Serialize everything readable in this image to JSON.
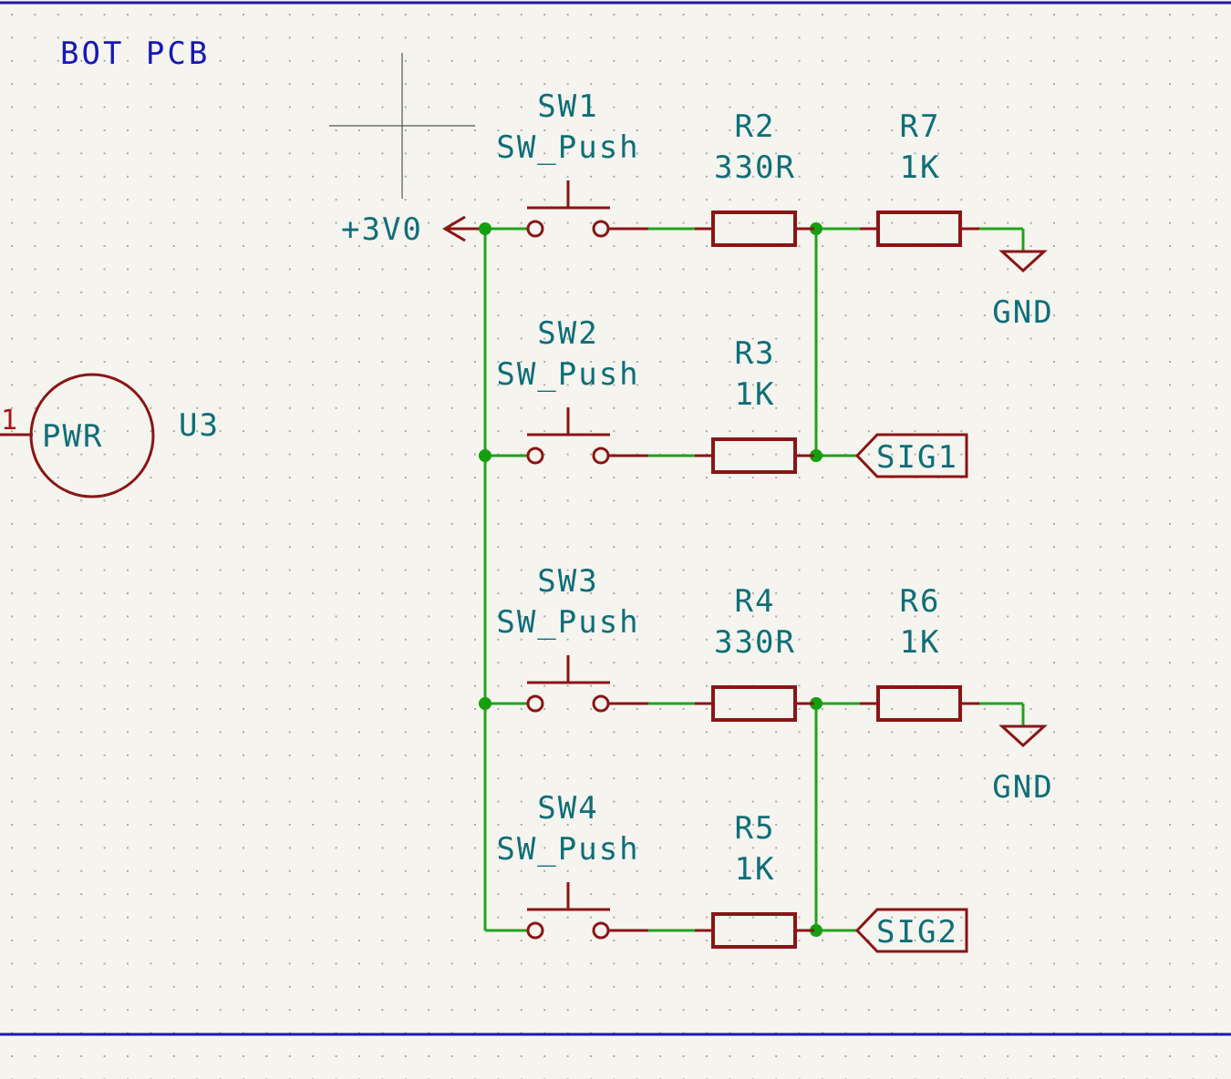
{
  "sheet": {
    "title": "BOT PCB",
    "colors": {
      "wire": "#22a21d",
      "symbol": "#8a1515",
      "text": "#0f6e78",
      "border": "#1a1aa8",
      "background": "#f5f4ef"
    }
  },
  "power": {
    "label": "+3V0"
  },
  "switches": [
    {
      "ref": "SW1",
      "value": "SW_Push"
    },
    {
      "ref": "SW2",
      "value": "SW_Push"
    },
    {
      "ref": "SW3",
      "value": "SW_Push"
    },
    {
      "ref": "SW4",
      "value": "SW_Push"
    }
  ],
  "resistors": {
    "R2": {
      "ref": "R2",
      "value": "330R"
    },
    "R3": {
      "ref": "R3",
      "value": "1K"
    },
    "R4": {
      "ref": "R4",
      "value": "330R"
    },
    "R5": {
      "ref": "R5",
      "value": "1K"
    },
    "R6": {
      "ref": "R6",
      "value": "1K"
    },
    "R7": {
      "ref": "R7",
      "value": "1K"
    }
  },
  "ground": {
    "label": "GND"
  },
  "net_labels": {
    "sig1": "SIG1",
    "sig2": "SIG2"
  },
  "pwr_symbol": {
    "label": "PWR",
    "ref": "U3",
    "pin": "1"
  }
}
